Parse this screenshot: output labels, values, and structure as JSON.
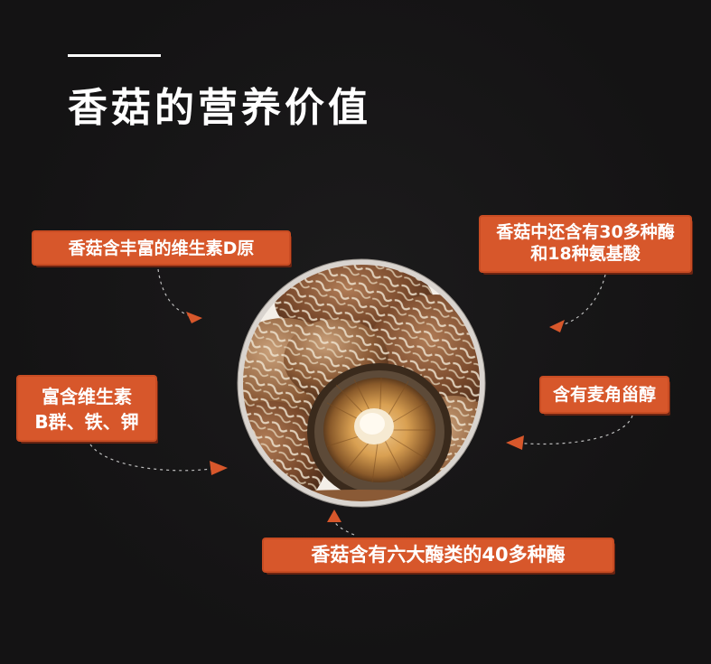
{
  "section": {
    "title": "香菇的营养价值"
  },
  "callouts": {
    "vitamin_d": "香菇含丰富的维生素D原",
    "enzymes_line1": "香菇中还含有30多种酶",
    "enzymes_line2": "和18种氨基酸",
    "vitamin_b_line1": "富含维生素",
    "vitamin_b_line2": "B群、铁、钾",
    "ergosterol": "含有麦角甾醇",
    "forty_enzymes": "香菇含有六大酶类的40多种酶"
  },
  "colors": {
    "background": "#141314",
    "tag": "#d7572b",
    "text": "#ffffff"
  },
  "image": {
    "subject": "dried-shiitake-mushrooms-icon"
  }
}
